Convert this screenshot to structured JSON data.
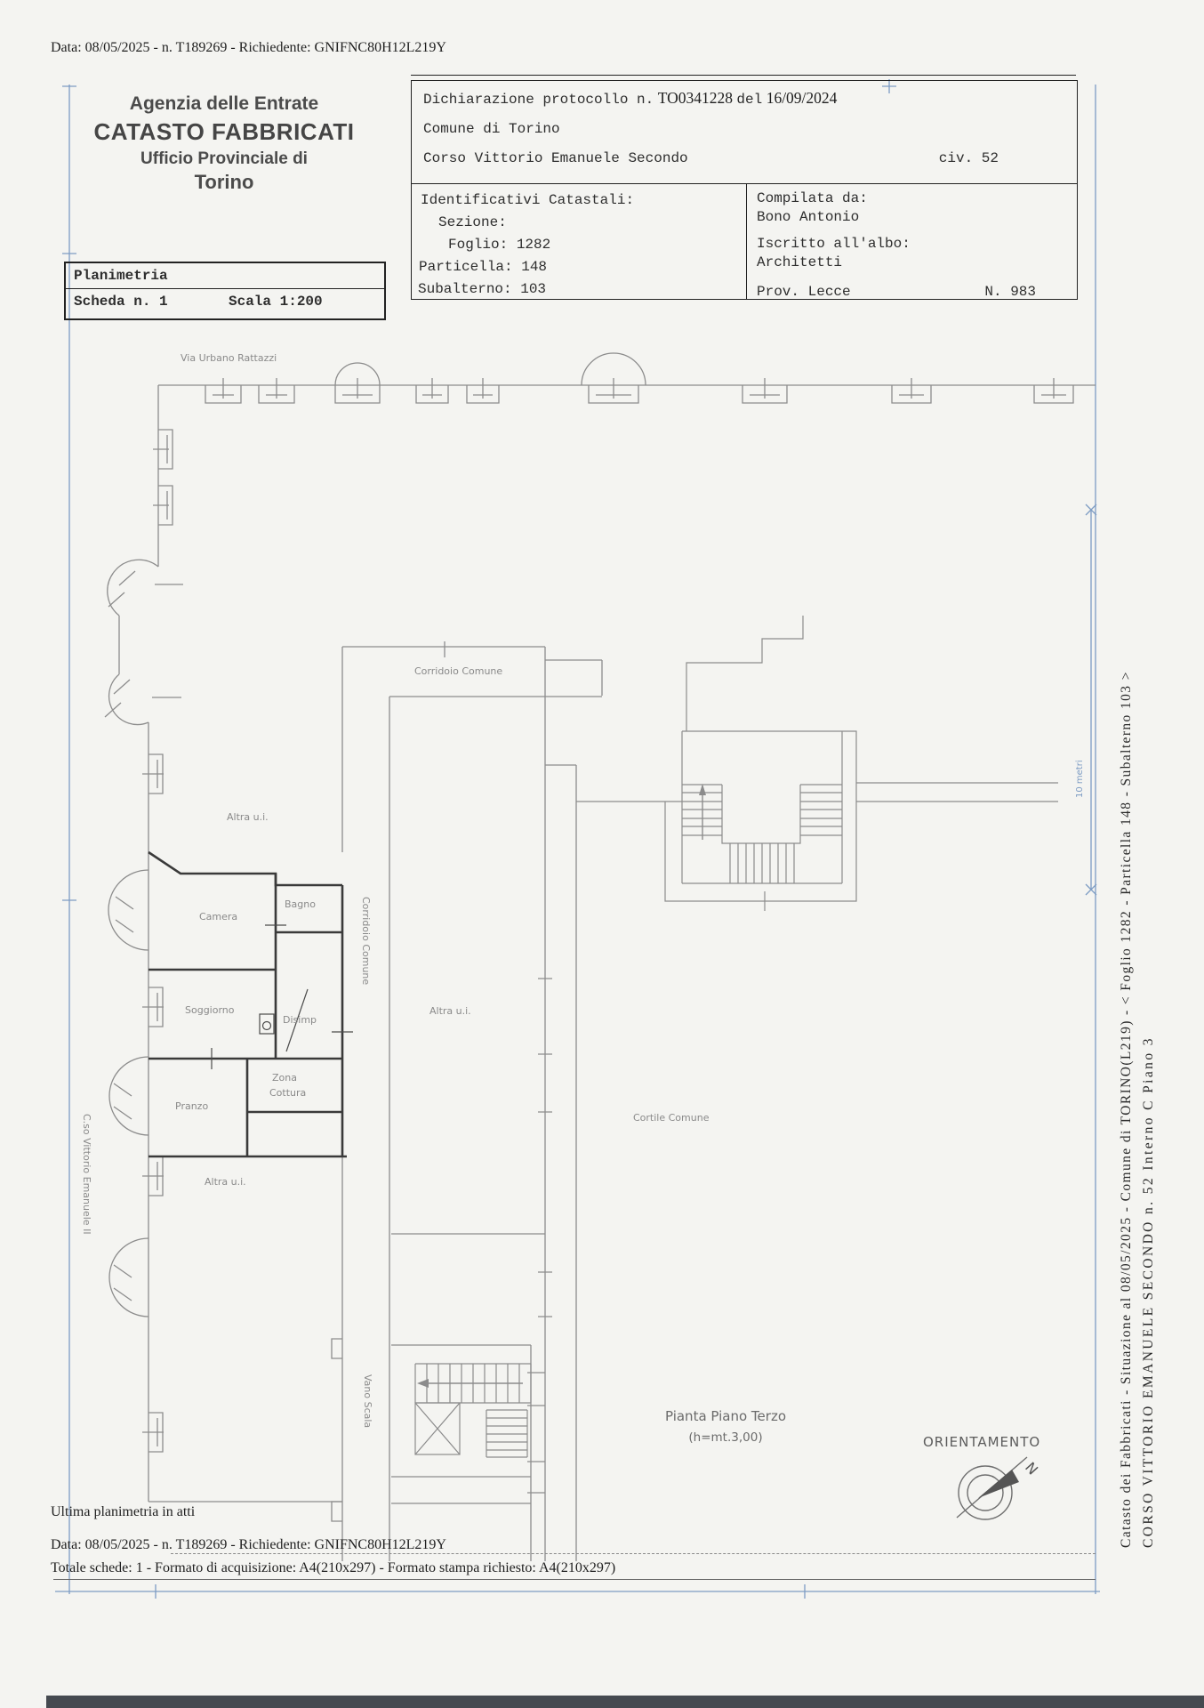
{
  "header": {
    "scan_line": "Data: 08/05/2025 - n. T189269 - Richiedente: GNIFNC80H12L219Y"
  },
  "agency": {
    "name": "Agenzia delle Entrate",
    "office": "CATASTO FABBRICATI",
    "branch": "Ufficio Provinciale di",
    "city": "Torino"
  },
  "sheet_box": {
    "type": "Planimetria",
    "sheet": "Scheda n. 1",
    "scale": "Scala 1:200"
  },
  "declaration": {
    "prefix": "Dichiarazione protocollo n.",
    "protocol": "TO0341228",
    "del_word": "del",
    "date": "16/09/2024",
    "comune": "Comune di Torino",
    "street": "Corso Vittorio Emanuele Secondo",
    "civic": "civ. 52"
  },
  "identifiers": {
    "title": "Identificativi Catastali:",
    "sezione": "Sezione:",
    "foglio": "Foglio: 1282",
    "particella": "Particella: 148",
    "subalterno": "Subalterno: 103"
  },
  "compiler": {
    "title": "Compilata da:",
    "name": "Bono Antonio",
    "albo_title": "Iscritto all'albo:",
    "albo": "Architetti",
    "prov": "Prov. Lecce",
    "number": "N. 983"
  },
  "plan": {
    "street_top": "Via Urbano Rattazzi",
    "street_left": "C.so Vittorio Emanuele II",
    "room_camera": "Camera",
    "room_bagno": "Bagno",
    "room_soggiorno": "Soggiorno",
    "room_disimp": "Disimp",
    "room_zona": "Zona",
    "room_cottura": "Cottura",
    "room_pranzo": "Pranzo",
    "altra_ui": "Altra u.i.",
    "corridoio": "Corridoio Comune",
    "cortile": "Cortile Comune",
    "vano_scala": "Vano Scala",
    "caption_title": "Pianta Piano Terzo",
    "caption_height": "(h=mt.3,00)",
    "orientation": "ORIENTAMENTO",
    "north": "N",
    "scale_bar": "10 metri"
  },
  "footer": {
    "note": "Ultima planimetria in atti",
    "scan_line": "Data: 08/05/2025 - n. T189269 - Richiedente: GNIFNC80H12L219Y",
    "totals": "Totale schede: 1 - Formato di acquisizione: A4(210x297)  - Formato stampa richiesto: A4(210x297)"
  },
  "side_note": {
    "line1": "Catasto dei Fabbricati - Situazione al 08/05/2025 - Comune di TORINO(L219) - <  Foglio 1282 - Particella  148 - Subalterno 103 >",
    "line2": "CORSO VITTORIO EMANUELE SECONDO n. 52  Interno C Piano 3"
  },
  "colors": {
    "registration_blue": "#7d9cc4",
    "wall_gray": "#8c8c8c",
    "unit_wall": "#3a3a3a",
    "paper": "#f4f4f1"
  }
}
